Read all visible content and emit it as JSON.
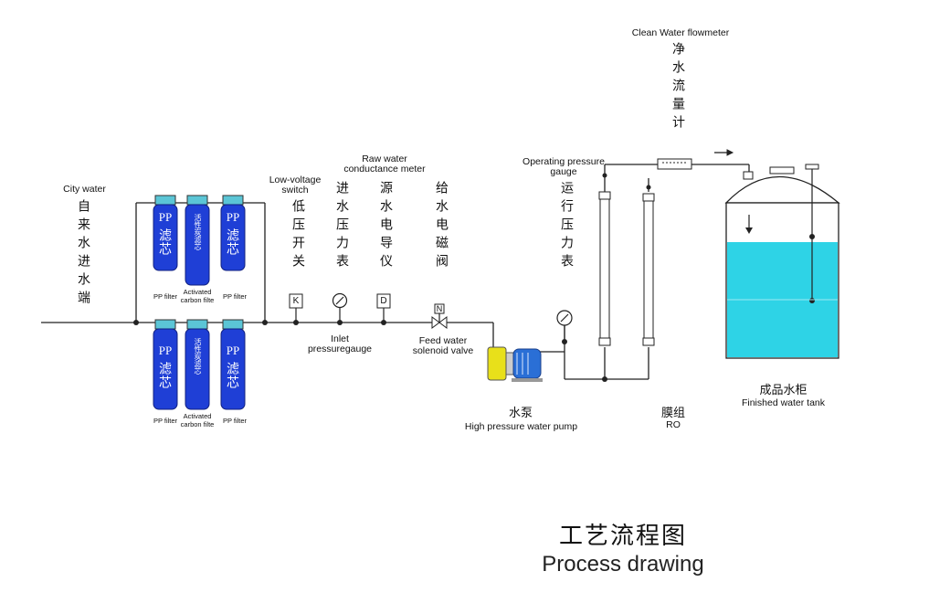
{
  "title": {
    "cn": "工艺流程图",
    "en": "Process drawing"
  },
  "city_water": {
    "en": "City water",
    "cn": "自来水进水端"
  },
  "filters": [
    {
      "pp": "PP",
      "cn": "滤芯",
      "label": "PP filter"
    },
    {
      "cn": "活性炭滤芯",
      "label": "Activated carbon filte"
    },
    {
      "pp": "PP",
      "cn": "滤芯",
      "label": "PP filter"
    }
  ],
  "low_voltage_switch": {
    "en": "Low-voltage switch",
    "cn": "低压开关",
    "symbol": "K"
  },
  "inlet_pressure_gauge": {
    "en": "Inlet pressuregauge",
    "cn": "进水压力表"
  },
  "raw_water_conductance": {
    "en": "Raw water conductance meter",
    "cn": "源水电导仪",
    "symbol": "D"
  },
  "feed_solenoid_valve": {
    "en": "Feed water solenoid valve",
    "cn": "给水电磁阀",
    "symbol": "N"
  },
  "pump": {
    "cn": "水泵",
    "en": "High pressure water pump"
  },
  "operating_pressure_gauge": {
    "en": "Operating pressure gauge",
    "cn": "运行压力表"
  },
  "clean_flowmeter": {
    "en": "Clean Water flowmeter",
    "cn": "净水流量计"
  },
  "ro": {
    "cn": "膜组",
    "en": "RO"
  },
  "tank": {
    "cn": "成品水柜",
    "en": "Finished water tank"
  },
  "colors": {
    "water": "#2ed3e6",
    "filter": "#1f3fd6",
    "cap": "#5bc5d6",
    "pump": "#e8e01a",
    "line": "#222222"
  }
}
